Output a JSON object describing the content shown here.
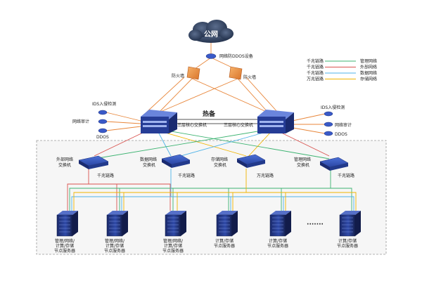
{
  "cloud": {
    "label": "公网"
  },
  "ddos_device": {
    "label": "网络防DDOS设备"
  },
  "firewalls": [
    {
      "label": "防火墙"
    },
    {
      "label": "防火墙"
    }
  ],
  "hot_standby": {
    "label": "热备"
  },
  "core_switches": [
    {
      "label": "三层核心交换机"
    },
    {
      "label": "三层核心交换机"
    }
  ],
  "left_security": [
    {
      "label": "IDS入侵检测"
    },
    {
      "label": "网络审计"
    },
    {
      "label": "DDOS"
    }
  ],
  "right_security": [
    {
      "label": "IDS入侵检测"
    },
    {
      "label": "网络审计"
    },
    {
      "label": "DDOS"
    }
  ],
  "legend": [
    {
      "link": "千兆链路",
      "network": "管理网络",
      "color": "#3cb371"
    },
    {
      "link": "千兆链路",
      "network": "外部网络",
      "color": "#d9534f"
    },
    {
      "link": "千兆链路",
      "network": "数据网络",
      "color": "#4fb3e8"
    },
    {
      "link": "万兆链路",
      "network": "存储网络",
      "color": "#f0b400"
    }
  ],
  "access_switches": [
    {
      "line1": "外部网络",
      "line2": "交换机"
    },
    {
      "line1": "数据网络",
      "line2": "交换机"
    },
    {
      "line1": "存储网络",
      "line2": "交换机"
    },
    {
      "line1": "管理网络",
      "line2": "交换机"
    }
  ],
  "link_labels": [
    {
      "label": "千兆链路"
    },
    {
      "label": "千兆链路"
    },
    {
      "label": "万兆链路"
    },
    {
      "label": "千兆链路"
    }
  ],
  "ellipsis": "·······",
  "servers": [
    {
      "lines": [
        "管理/网络/",
        "计算/存储",
        "节点服务器"
      ]
    },
    {
      "lines": [
        "管理/网络/",
        "计算/存储",
        "节点服务器"
      ]
    },
    {
      "lines": [
        "管理/网络/",
        "计算/存储",
        "节点服务器"
      ]
    },
    {
      "lines": [
        "计算/存储",
        "节点服务器"
      ]
    },
    {
      "lines": [
        "计算/存储",
        "节点服务器"
      ]
    },
    {
      "lines": [
        "计算/存储",
        "节点服务器"
      ]
    }
  ]
}
